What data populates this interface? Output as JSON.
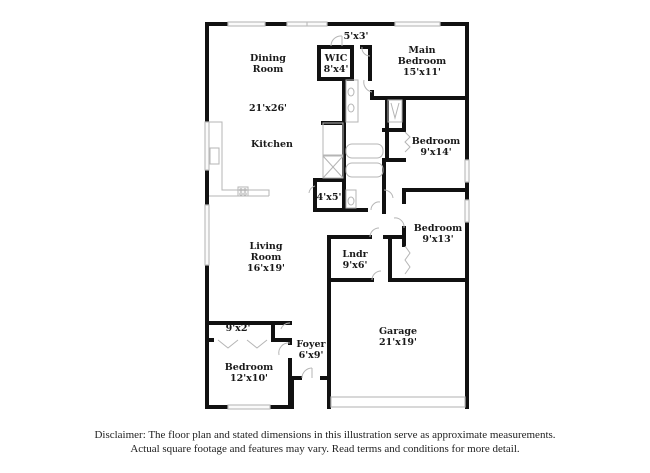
{
  "floorplan": {
    "rooms": [
      {
        "id": "dining",
        "name": "Dining Room",
        "name_lines": [
          "Dining",
          "Room"
        ],
        "dimensions": ""
      },
      {
        "id": "great-room-dim",
        "name": "",
        "name_lines": [],
        "dimensions": "21'x26'"
      },
      {
        "id": "kitchen",
        "name": "Kitchen",
        "name_lines": [
          "Kitchen"
        ],
        "dimensions": ""
      },
      {
        "id": "hall-closet-top",
        "name": "",
        "name_lines": [],
        "dimensions": "5'x3'"
      },
      {
        "id": "wic",
        "name": "WIC",
        "name_lines": [
          "WIC"
        ],
        "dimensions": "8'x4'"
      },
      {
        "id": "main-bedroom",
        "name": "Main Bedroom",
        "name_lines": [
          "Main",
          "Bedroom"
        ],
        "dimensions": "15'x11'"
      },
      {
        "id": "bedroom-2",
        "name": "Bedroom",
        "name_lines": [
          "Bedroom"
        ],
        "dimensions": "9'x14'"
      },
      {
        "id": "bath-closet",
        "name": "",
        "name_lines": [],
        "dimensions": "4'x5'"
      },
      {
        "id": "bedroom-3",
        "name": "Bedroom",
        "name_lines": [
          "Bedroom"
        ],
        "dimensions": "9'x13'"
      },
      {
        "id": "laundry",
        "name": "Lndr",
        "name_lines": [
          "Lndr"
        ],
        "dimensions": "9'x6'"
      },
      {
        "id": "living",
        "name": "Living Room",
        "name_lines": [
          "Living",
          "Room"
        ],
        "dimensions": "16'x19'"
      },
      {
        "id": "garage",
        "name": "Garage",
        "name_lines": [
          "Garage"
        ],
        "dimensions": "21'x19'"
      },
      {
        "id": "closet-front",
        "name": "",
        "name_lines": [],
        "dimensions": "9'x2'"
      },
      {
        "id": "foyer",
        "name": "Foyer",
        "name_lines": [
          "Foyer"
        ],
        "dimensions": "6'x9'"
      },
      {
        "id": "bedroom-4",
        "name": "Bedroom",
        "name_lines": [
          "Bedroom"
        ],
        "dimensions": "12'x10'"
      }
    ]
  },
  "disclaimer": {
    "line1": "Disclaimer: The floor plan and stated dimensions in this illustration serve as approximate measurements.",
    "line2": "Actual square footage and features may vary. Read terms and conditions for more detail."
  },
  "colors": {
    "wall": "#111111",
    "fixture": "#b8b8b8",
    "window": "#c8c8c8",
    "text": "#1a1a1a",
    "background": "#ffffff"
  }
}
